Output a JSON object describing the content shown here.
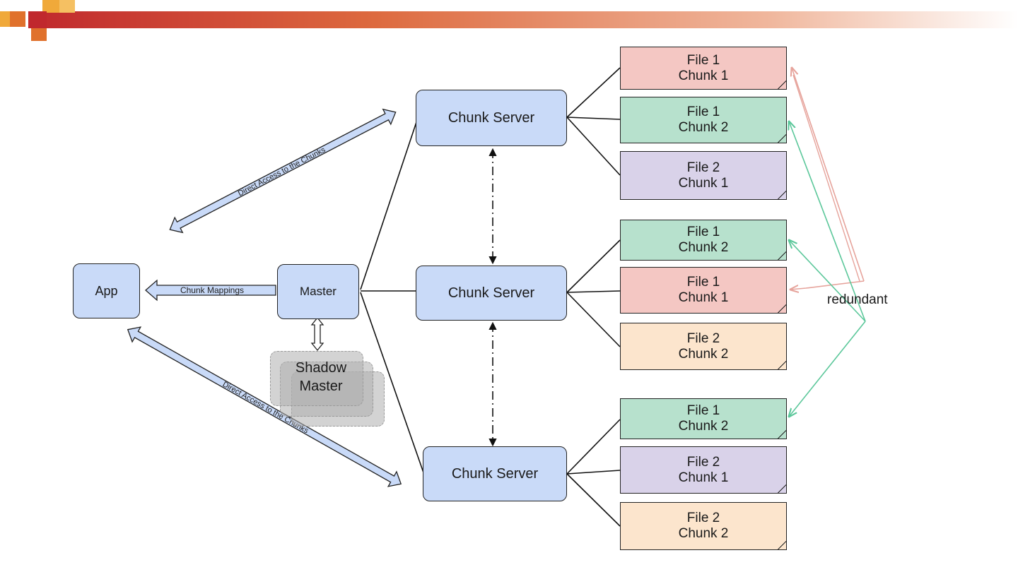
{
  "header": {
    "colors": [
      "#c0282d",
      "#e0712c",
      "#f0a93a",
      "#f5c062"
    ]
  },
  "nodes": {
    "app": "App",
    "master": "Master",
    "shadow_master": "Shadow Master",
    "chunk_server_1": "Chunk Server",
    "chunk_server_2": "Chunk Server",
    "chunk_server_3": "Chunk Server"
  },
  "edge_labels": {
    "direct_access_top": "Direct Access to the Chunks",
    "chunk_mappings": "Chunk Mappings",
    "direct_access_bottom": "Direct Access to the Chunks"
  },
  "chunks": [
    {
      "file": "File 1",
      "chunk": "Chunk 1",
      "color": "#f4c7c3"
    },
    {
      "file": "File 1",
      "chunk": "Chunk 2",
      "color": "#b7e1cd"
    },
    {
      "file": "File 2",
      "chunk": "Chunk 1",
      "color": "#d9d2e9"
    },
    {
      "file": "File 1",
      "chunk": "Chunk 2",
      "color": "#b7e1cd"
    },
    {
      "file": "File 1",
      "chunk": "Chunk 1",
      "color": "#f4c7c3"
    },
    {
      "file": "File 2",
      "chunk": "Chunk 2",
      "color": "#fce5cd"
    },
    {
      "file": "File 1",
      "chunk": "Chunk 2",
      "color": "#b7e1cd"
    },
    {
      "file": "File 2",
      "chunk": "Chunk 1",
      "color": "#d9d2e9"
    },
    {
      "file": "File 2",
      "chunk": "Chunk 2",
      "color": "#fce5cd"
    }
  ],
  "redundant_label": "redundant",
  "colors": {
    "node_fill": "#c9daf8",
    "redundant_red": "#e6a39b",
    "redundant_green": "#5bc79a"
  }
}
